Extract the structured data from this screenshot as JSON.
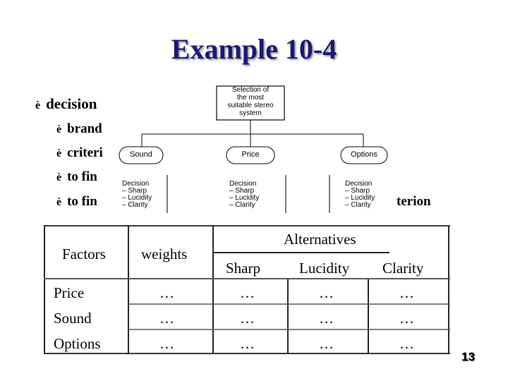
{
  "slide": {
    "title": "Example 10-4",
    "bullets": [
      {
        "arrow": "è",
        "text": "decision"
      },
      {
        "arrow": "è",
        "text": "brand"
      },
      {
        "arrow": "è",
        "text": "criteri"
      },
      {
        "arrow": "è",
        "text": "to fin"
      },
      {
        "arrow": "è",
        "text": "to fin"
      }
    ],
    "bullet_tail": "terion",
    "page_number": "13"
  },
  "diagram": {
    "root": [
      "Selection of",
      "the most",
      "suitable stereo",
      "system"
    ],
    "criteria": [
      "Sound",
      "Price",
      "Options"
    ],
    "decisions": [
      {
        "title": "Decision",
        "items": [
          "– Sharp",
          "– Lucidity",
          "– Clarity"
        ]
      },
      {
        "title": "Decision",
        "items": [
          "– Sharp",
          "– Lucidity",
          "– Clarity"
        ]
      },
      {
        "title": "Decision",
        "items": [
          "– Sharp",
          "– Lucidity",
          "– Clarity"
        ]
      }
    ]
  },
  "table": {
    "headers": {
      "factors": "Factors",
      "weights": "weights",
      "alternatives": "Alternatives",
      "alts": [
        "Sharp",
        "Lucidity",
        "Clarity"
      ]
    },
    "rows": [
      {
        "factor": "Price",
        "cells": [
          "…",
          "…",
          "…",
          "…"
        ]
      },
      {
        "factor": "Sound",
        "cells": [
          "…",
          "…",
          "…",
          "…"
        ]
      },
      {
        "factor": "Options",
        "cells": [
          "…",
          "…",
          "…",
          "…"
        ]
      }
    ]
  }
}
